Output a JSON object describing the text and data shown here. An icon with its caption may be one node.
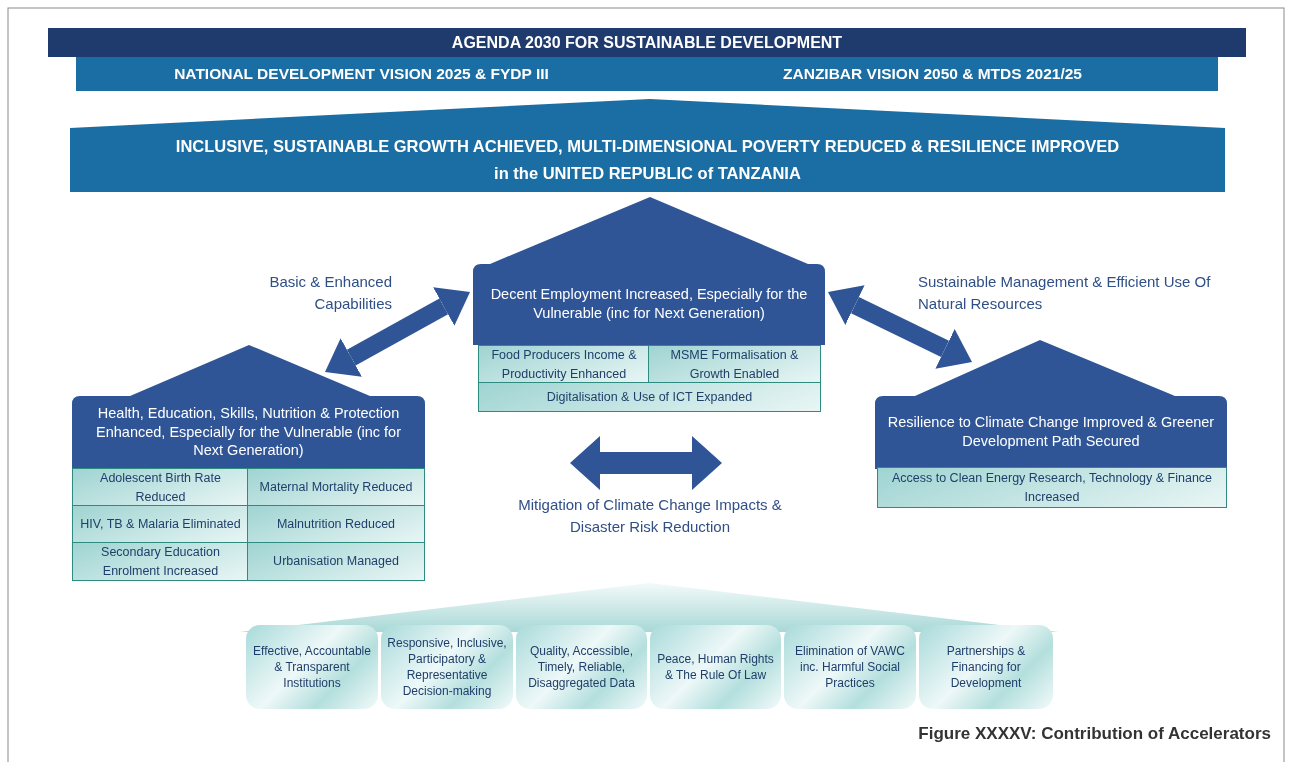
{
  "diagram": {
    "caption": "Figure XXXXV: Contribution of Accelerators",
    "nodes": [
      {
        "text": [
          "AGENDA 2030 FOR SUSTAINABLE DEVELOPMENT"
        ]
      },
      {
        "text": [
          "NATIONAL DEVELOPMENT VISION 2025 & FYDP III",
          "ZANZIBAR VISION 2050 & MTDS 2021/25"
        ]
      },
      {
        "text": [
          "INCLUSIVE, SUSTAINABLE GROWTH ACHIEVED, MULTI-DIMENSIONAL POVERTY REDUCED & RESILIENCE IMPROVED in the UNITED REPUBLIC of TANZANIA"
        ]
      },
      {
        "text": [
          "Decent Employment Increased, Especially for the Vulnerable (inc for Next Generation)"
        ]
      },
      {
        "text": [
          "Food Producers Income & Productivity Enhanced"
        ]
      },
      {
        "text": [
          "MSME Formalisation & Growth Enabled"
        ]
      },
      {
        "text": [
          "Digitalisation & Use of ICT Expanded"
        ]
      },
      {
        "text": [
          "Health, Education, Skills, Nutrition & Protection Enhanced, Especially for the Vulnerable (inc for Next Generation)"
        ]
      },
      {
        "text": [
          "Adolescent Birth Rate Reduced"
        ]
      },
      {
        "text": [
          "Maternal Mortality Reduced"
        ]
      },
      {
        "text": [
          "HIV, TB & Malaria Eliminated"
        ]
      },
      {
        "text": [
          "Malnutrition Reduced"
        ]
      },
      {
        "text": [
          "Secondary Education Enrolment Increased"
        ]
      },
      {
        "text": [
          "Urbanisation Managed"
        ]
      },
      {
        "text": [
          "Resilience to Climate Change Improved & Greener Development Path Secured"
        ]
      },
      {
        "text": [
          "Access to Clean Energy Research, Technology & Finance Increased"
        ]
      },
      {
        "text": [
          "Effective, Accountable & Transparent Institutions"
        ]
      },
      {
        "text": [
          "Responsive, Inclusive, Participatory & Representative Decision-making"
        ]
      },
      {
        "text": [
          "Quality, Accessible, Timely, Reliable, Disaggregated Data"
        ]
      },
      {
        "text": [
          "Peace, Human Rights & The Rule Of Law"
        ]
      },
      {
        "text": [
          "Elimination of VAWC inc. Harmful Social Practices"
        ]
      },
      {
        "text": [
          "Partnerships & Financing for Development"
        ]
      },
      {
        "text": [],
        "shape": "triangle"
      }
    ],
    "edges": [
      {
        "from": 3,
        "to": 7,
        "arrow": "both",
        "label": "Basic & Enhanced Capabilities"
      },
      {
        "from": 3,
        "to": 14,
        "arrow": "both",
        "label": "Sustainable Management & Efficient Use Of Natural Resources"
      }
    ],
    "labels": [
      "Mitigation of Climate Change Impacts & Disaster Risk Reduction"
    ]
  }
}
